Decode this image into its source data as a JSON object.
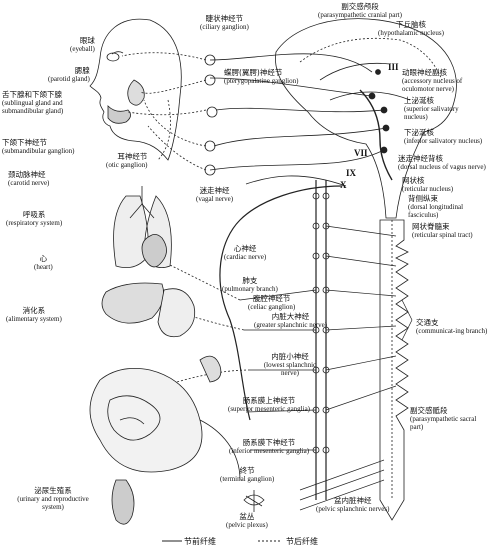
{
  "labels": {
    "parasympathetic_cranial": {
      "zh": "副交感颅段",
      "en": "(parasympathetic cranial part)"
    },
    "ciliary_ganglion": {
      "zh": "睫状神经节",
      "en": "(ciliary ganglion)"
    },
    "hypothalamic_nucleus": {
      "zh": "下丘脑核",
      "en": "(hypothalamic nucleus)"
    },
    "eyeball": {
      "zh": "眼球",
      "en": "(eyeball)"
    },
    "parotid_gland": {
      "zh": "腮腺",
      "en": "(parotid gland)"
    },
    "pterygopalatine_ganglion": {
      "zh": "蝶腭(翼腭)神经节",
      "en": "(pterygopalatine ganglion)"
    },
    "accessory_oculomotor": {
      "zh": "动眼神经副核",
      "en": "(accessory nucleus of oculomotor nerve)"
    },
    "sublingual_submandibular": {
      "zh": "舌下腺和下颌下腺",
      "en": "(sublingual gland and submandibular gland)"
    },
    "superior_salivatory": {
      "zh": "上泌涎核",
      "en": "(superior salivatory nucleus)"
    },
    "submandibular_ganglion": {
      "zh": "下颌下神经节",
      "en": "(submandibular ganglion)"
    },
    "inferior_salivatory": {
      "zh": "下泌涎核",
      "en": "(inferior salivatory nucleus)"
    },
    "otic_ganglion": {
      "zh": "耳神经节",
      "en": "(otic ganglion)"
    },
    "dorsal_vagus": {
      "zh": "迷走神经背核",
      "en": "(dorsal nucleus of vagus nerve)"
    },
    "carotid_nerve": {
      "zh": "颈动脉神经",
      "en": "(carotid nerve)"
    },
    "reticular_nucleus": {
      "zh": "网状核",
      "en": "(reticular nucleus)"
    },
    "vagal_nerve": {
      "zh": "迷走神经",
      "en": "(vagal nerve)"
    },
    "dorsal_fasciculus": {
      "zh": "背侧纵束",
      "en": "(dorsal longitudinal fasciculus)"
    },
    "respiratory_system": {
      "zh": "呼吸系",
      "en": "(respiratory system)"
    },
    "reticular_spinal": {
      "zh": "网状脊髓束",
      "en": "(reticular spinal tract)"
    },
    "cardiac_nerve": {
      "zh": "心神经",
      "en": "(cardiac nerve)"
    },
    "heart": {
      "zh": "心",
      "en": "(heart)"
    },
    "pulmonary_branch": {
      "zh": "肺支",
      "en": "(pulmonary branch)"
    },
    "celiac_ganglion": {
      "zh": "腹腔神经节",
      "en": "(celiac ganglion)"
    },
    "alimentary_system": {
      "zh": "消化系",
      "en": "(alimentary system)"
    },
    "greater_splanchnic": {
      "zh": "内脏大神经",
      "en": "(greater splanchnic nerve)"
    },
    "communicating_branch": {
      "zh": "交通支",
      "en": "(communicat-ing branch)"
    },
    "lowest_splanchnic": {
      "zh": "内脏小神经",
      "en": "(lowest splanchnic nerve)"
    },
    "superior_mesenteric": {
      "zh": "肠系膜上神经节",
      "en": "(superior mesenteric ganglia)"
    },
    "parasympathetic_sacral": {
      "zh": "副交感骶段",
      "en": "(parasympathetic sacral part)"
    },
    "inferior_mesenteric": {
      "zh": "肠系膜下神经节",
      "en": "(inferior mesenteric ganglia)"
    },
    "terminal_ganglion": {
      "zh": "终节",
      "en": "(terminal ganglion)"
    },
    "urinary_reproductive": {
      "zh": "泌尿生殖系",
      "en": "(urinary and reproductive system)"
    },
    "pelvic_splanchnic": {
      "zh": "盆内脏神经",
      "en": "(pelvic splanchnic nerves)"
    },
    "pelvic_plexus": {
      "zh": "盆丛",
      "en": "(pelvic plexus)"
    }
  },
  "cranial_nerve_marks": [
    "III",
    "VII",
    "IX",
    "X"
  ],
  "legend": {
    "preganglionic": "节前纤维",
    "postganglionic": "节后纤维"
  }
}
